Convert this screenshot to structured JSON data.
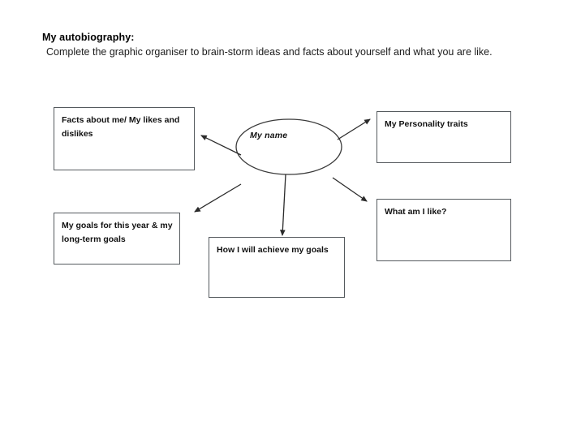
{
  "document": {
    "title": "My autobiography:",
    "instruction": "Complete the graphic organiser to brain-storm ideas and facts about yourself and what you are like."
  },
  "diagram": {
    "type": "mind-map",
    "center": {
      "shape": "ellipse",
      "label": "My name"
    },
    "nodes": [
      {
        "id": "facts",
        "label": "Facts about me/ My likes and dislikes"
      },
      {
        "id": "traits",
        "label": "My Personality traits"
      },
      {
        "id": "goals",
        "label": "My goals for this year & my long-term goals"
      },
      {
        "id": "whatlike",
        "label": "What am I like?"
      },
      {
        "id": "achieve",
        "label": "How I will achieve my goals"
      }
    ],
    "connectors": [
      {
        "from": "center",
        "to": "facts",
        "style": "arrow"
      },
      {
        "from": "center",
        "to": "traits",
        "style": "arrow"
      },
      {
        "from": "center",
        "to": "goals",
        "style": "arrow"
      },
      {
        "from": "center",
        "to": "whatlike",
        "style": "arrow"
      },
      {
        "from": "center",
        "to": "achieve",
        "style": "arrow"
      }
    ]
  },
  "colors": {
    "page_background": "#ffffff",
    "text": "#111111",
    "box_border": "#555a5e",
    "line": "#2b2b2b"
  }
}
